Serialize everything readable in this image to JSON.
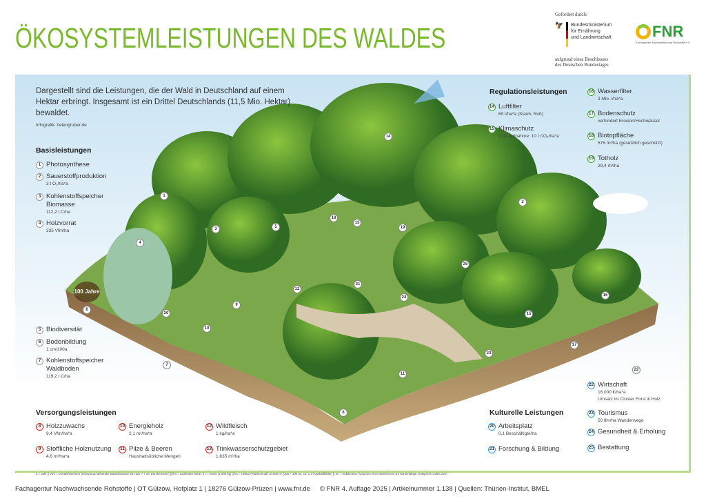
{
  "title": "ÖKOSYSTEMLEISTUNGEN DES WALDES",
  "sponsor": {
    "funded_by": "Gefördert durch:",
    "ministry": [
      "Bundesministerium",
      "für Ernährung",
      "und Landwirtschaft"
    ],
    "resolution": [
      "aufgrund eines Beschlusses",
      "des Deutschen Bundestages"
    ]
  },
  "fnr": {
    "logo": "FNR",
    "subtitle": "Fachagentur Nachwachsende Rohstoffe e.V."
  },
  "intro": "Dargestellt sind die Leistungen, die der Wald in Deutschland auf einem Hektar erbringt. Insgesamt ist ein Drittel Deutschlands (11,5 Mio. Hektar) bewaldet.",
  "credit": "Infografik: helengruber.de",
  "basis": {
    "heading": "Basisleistungen",
    "items": [
      {
        "n": "1",
        "label": "Photosynthese",
        "value": ""
      },
      {
        "n": "2",
        "label": "Sauerstoffproduktion",
        "value": "3 t O₂/ha*a"
      },
      {
        "n": "3",
        "label": "Kohlenstoffspeicher Biomasse",
        "value": "112,2 t C/ha"
      },
      {
        "n": "4",
        "label": "Holzvorrat",
        "value": "335 Vfm/ha"
      },
      {
        "n": "5",
        "label": "Biodiversität",
        "value": ""
      },
      {
        "n": "6",
        "label": "Bodenbildung",
        "value": "1 cm/100a"
      },
      {
        "n": "7",
        "label": "Kohlenstoffspeicher Waldboden",
        "value": "119,2 t C/ha"
      }
    ]
  },
  "versorgung": {
    "heading": "Versorgungsleistungen",
    "items": [
      {
        "n": "8",
        "label": "Holzzuwachs",
        "value": "9,4 Vfm/ha*a"
      },
      {
        "n": "9",
        "label": "Stoffliche Holznutzung",
        "value": "4,6 m³/ha*a"
      },
      {
        "n": "10",
        "label": "Energieholz",
        "value": "2,1 m³/ha*a"
      },
      {
        "n": "11",
        "label": "Pilze & Beeren",
        "value": "Haushaltsübliche Mengen"
      },
      {
        "n": "12",
        "label": "Wildfleisch",
        "value": "1 kg/ha*a"
      },
      {
        "n": "13",
        "label": "Trinkwasserschutzgebiet",
        "value": "1.835 m²/ha"
      }
    ]
  },
  "regulation": {
    "heading": "Regulationsleistungen",
    "items": [
      {
        "n": "14",
        "label": "Luftfilter",
        "value": "60 t/ha*a (Staub, Ruß)"
      },
      {
        "n": "15",
        "label": "Klimaschutz",
        "value": "CO₂-Aufnahme: 10 t CO₂/ha*a"
      },
      {
        "n": "16",
        "label": "Wasserfilter",
        "value": "3 Mio. l/ha*a"
      },
      {
        "n": "17",
        "label": "Bodenschutz",
        "value": "verhindert Erosion/Hochwasser"
      },
      {
        "n": "18",
        "label": "Biotopfläche",
        "value": "576 m²/ha (gesetzlich geschützt)"
      },
      {
        "n": "19",
        "label": "Totholz",
        "value": "29,4 m³/ha"
      }
    ]
  },
  "kultur": {
    "heading": "Kulturelle Leistungen",
    "items": [
      {
        "n": "20",
        "label": "Arbeitsplatz",
        "value": "0,1 Beschäftigte/ha"
      },
      {
        "n": "21",
        "label": "Forschung & Bildung",
        "value": ""
      },
      {
        "n": "22",
        "label": "Wirtschaft",
        "value": "16.000 €/ha*a",
        "value2": "Umsatz im Cluster Forst & Holz"
      },
      {
        "n": "23",
        "label": "Tourismus",
        "value": "50 lfm/ha Wanderwege"
      },
      {
        "n": "24",
        "label": "Gesundheit & Erholung",
        "value": ""
      },
      {
        "n": "25",
        "label": "Bestattung",
        "value": ""
      }
    ]
  },
  "illustration": {
    "age_label": "100 Jahre",
    "markers": [
      "1",
      "2",
      "3",
      "4",
      "5",
      "6",
      "7",
      "8",
      "9",
      "10",
      "11",
      "12",
      "13",
      "14",
      "15",
      "16",
      "17",
      "18",
      "19",
      "20",
      "21",
      "22",
      "23",
      "24",
      "25"
    ]
  },
  "footnote": "a = Jahr  ||  Vfm = Vorratsfestmeter (Holzvorrat stehender Baumbestand mit Holz > 7 cm Durchmesser)  ||  lfm = Laufender Meter  ||  t = Tonne (1.000 kg)  ||  ha = Hektar (Flächenmaß 10.000 m² (100 × 100 m), ca. 1,4 Fussballfelder)  ||  m³ = Kubikmeter (Volumen eines Würfels mit 1m Kantenlänge. Entspricht 1.000 Liter)",
  "footer": {
    "left": "Fachagentur Nachwachsende Rohstoffe | OT Gülzow, Hofplatz 1 | 18276 Gülzow-Prüzen | www.fnr.de",
    "right": "© FNR 4. Auflage 2025 | Artikelnummer 1.138 | Quellen: Thünen-Institut, BMEL"
  },
  "colors": {
    "title": "#7ab82e",
    "basis": "#999999",
    "versorgung": "#e2231a",
    "regulation": "#3aa935",
    "kultur": "#3a9ad9"
  }
}
